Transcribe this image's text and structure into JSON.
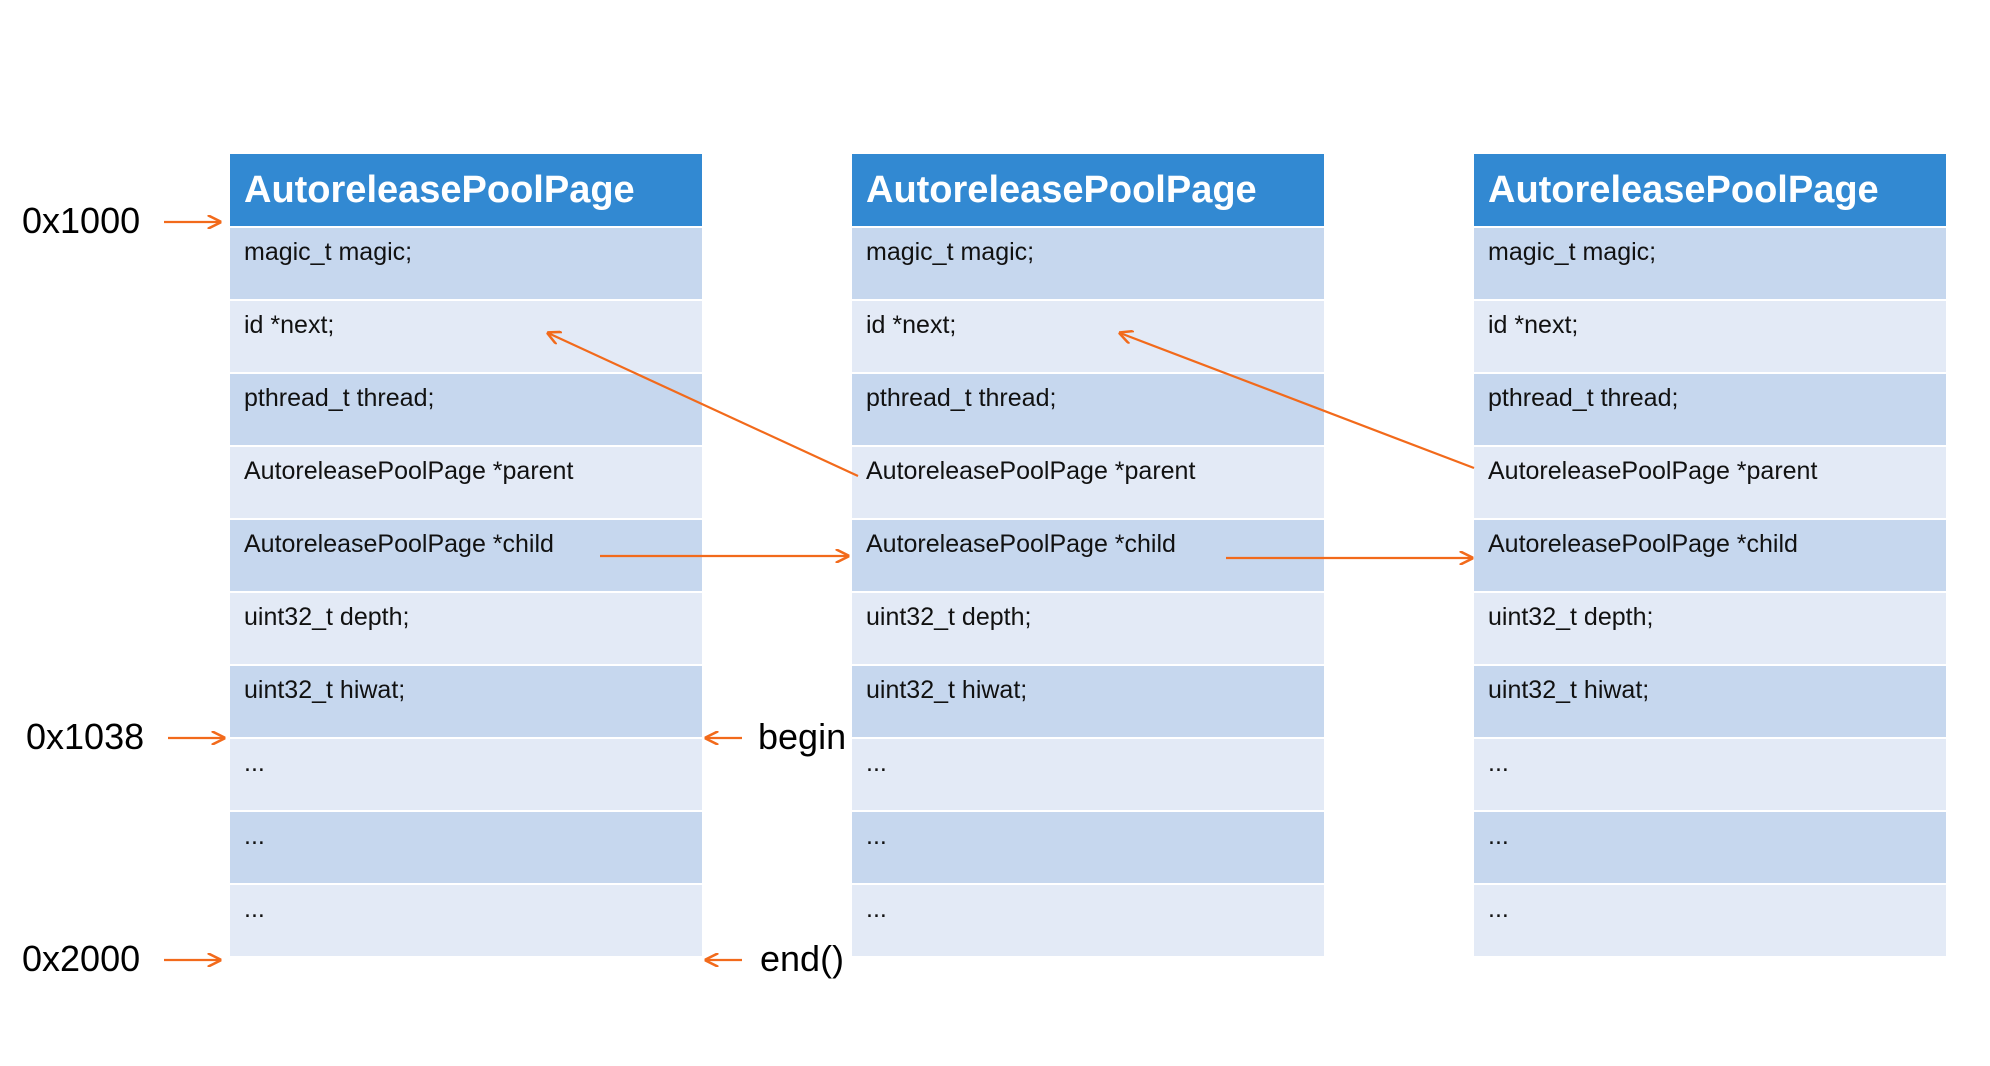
{
  "pages": [
    {
      "header": "AutoreleasePoolPage",
      "fields": [
        "magic_t magic;",
        "id *next;",
        "pthread_t thread;",
        "AutoreleasePoolPage *parent",
        "AutoreleasePoolPage *child",
        "uint32_t depth;",
        "uint32_t hiwat;",
        "...",
        "...",
        "..."
      ]
    },
    {
      "header": "AutoreleasePoolPage",
      "fields": [
        "magic_t magic;",
        "id *next;",
        "pthread_t thread;",
        "AutoreleasePoolPage *parent",
        "AutoreleasePoolPage *child",
        "uint32_t depth;",
        "uint32_t hiwat;",
        "...",
        "...",
        "..."
      ]
    },
    {
      "header": "AutoreleasePoolPage",
      "fields": [
        "magic_t magic;",
        "id *next;",
        "pthread_t thread;",
        "AutoreleasePoolPage *parent",
        "AutoreleasePoolPage *child",
        "uint32_t depth;",
        "uint32_t hiwat;",
        "...",
        "...",
        "..."
      ]
    }
  ],
  "addresses": {
    "start": "0x1000",
    "begin_addr": "0x1038",
    "end_addr": "0x2000"
  },
  "pointers": {
    "begin": "begin",
    "end": "end()"
  },
  "colors": {
    "header": "#3289d2",
    "row_odd": "#c6d7ee",
    "row_even": "#e3eaf6",
    "arrow": "#f26a1b"
  }
}
